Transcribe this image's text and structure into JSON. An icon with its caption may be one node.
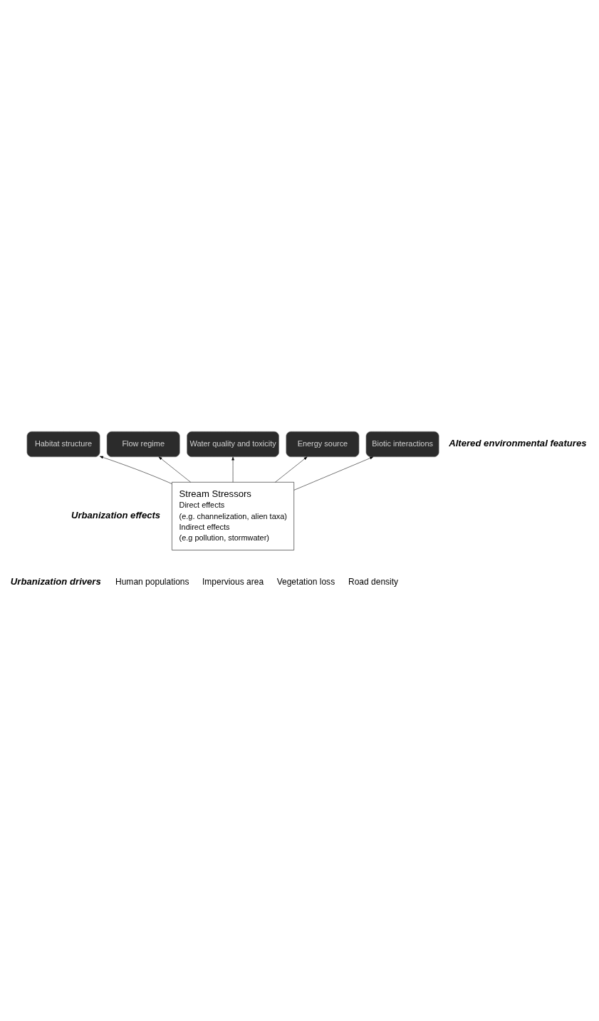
{
  "diagram": {
    "nodes": [
      {
        "text": [
          "Stream Stressors",
          "Direct effects",
          "(e.g. channelization, alien taxa)",
          "Indirect effects",
          "(e.g pollution, stormwater)"
        ]
      },
      {
        "text": [
          "Habitat structure"
        ]
      },
      {
        "text": [
          "Flow regime"
        ]
      },
      {
        "text": [
          "Water quality and toxicity"
        ]
      },
      {
        "text": [
          "Energy source"
        ]
      },
      {
        "text": [
          "Biotic interactions"
        ]
      }
    ],
    "edges": [
      {
        "from": 0,
        "to": 1,
        "arrow": "to"
      },
      {
        "from": 0,
        "to": 2,
        "arrow": "to"
      },
      {
        "from": 0,
        "to": 3,
        "arrow": "to"
      },
      {
        "from": 0,
        "to": 4,
        "arrow": "to"
      },
      {
        "from": 0,
        "to": 5,
        "arrow": "to"
      }
    ],
    "labels": [
      "Urbanization drivers",
      "Human populations",
      "Impervious area",
      "Vegetation loss",
      "Road density",
      "Urbanization effects",
      "Altered environmental features"
    ]
  }
}
